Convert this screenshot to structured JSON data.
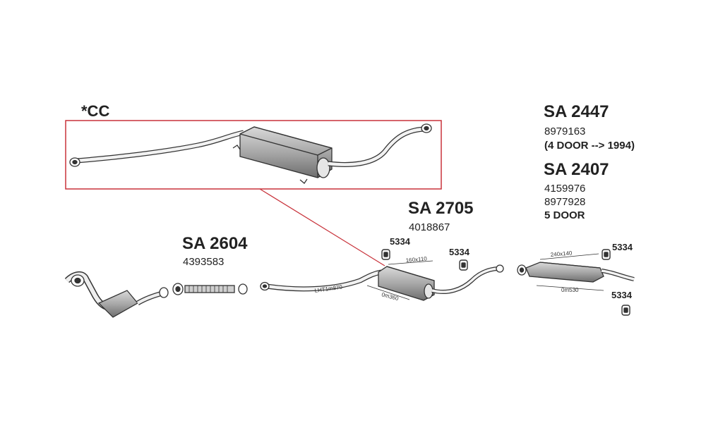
{
  "detail": {
    "label": "*CC"
  },
  "parts": {
    "sa2447": {
      "code": "SA 2447",
      "number": "8979163",
      "note": "(4 DOOR --> 1994)"
    },
    "sa2407": {
      "code": "SA 2407",
      "number1": "4159976",
      "number2": "8977928",
      "note": "5 DOOR"
    },
    "sa2705": {
      "code": "SA 2705",
      "number": "4018867"
    },
    "sa2604": {
      "code": "SA 2604",
      "number": "4393583"
    }
  },
  "mounts": [
    "5334",
    "5334",
    "5334",
    "5334"
  ],
  "dimensions": {
    "mid_box": "160x110",
    "mid_length": "0m360",
    "pipe": "LHT1m870",
    "rear_box": "240x140",
    "rear_length": "0m530"
  },
  "colors": {
    "callout": "#c8323a",
    "ink": "#333333",
    "shade": "#9a9a9a"
  }
}
